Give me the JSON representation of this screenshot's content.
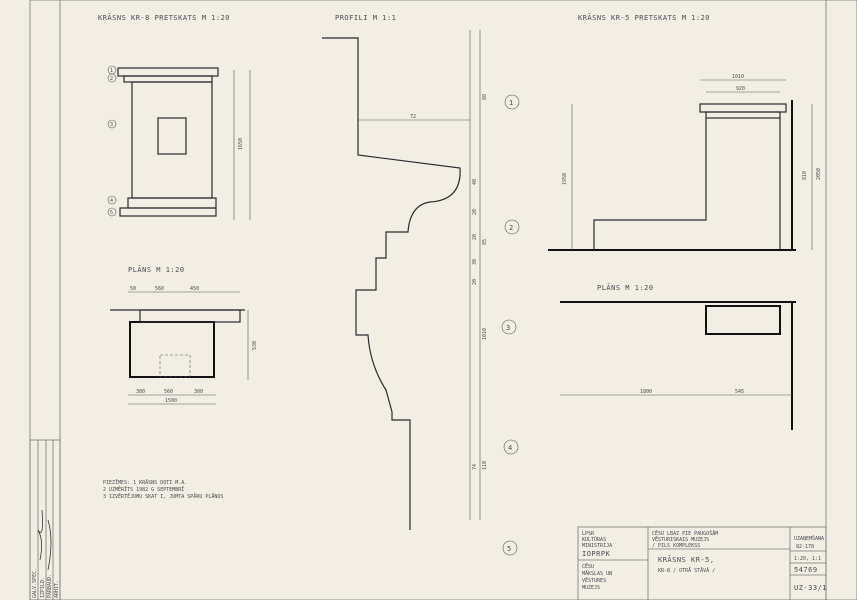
{
  "titles": {
    "kr8_view": "KRĀSNS KR-8 PRETSKATS M 1:20",
    "profile": "PROFILI M 1:1",
    "kr5_view": "KRĀSNS KR-5 PRETSKATS M 1:20",
    "plan_left": "PLĀNS M 1:20",
    "plan_right": "PLĀNS M 1:20"
  },
  "profile_markers": [
    "1",
    "2",
    "3",
    "4",
    "5"
  ],
  "kr8_markers": [
    "1",
    "2",
    "3",
    "4",
    "5"
  ],
  "dimensions": {
    "kr5_top": "1010",
    "kr5_top2": "920",
    "kr5_left": "1950",
    "kr5_right": "2050",
    "kr5_right2": "810",
    "kr8_height": "1650",
    "plan_left_total": "1500",
    "plan_left_parts": [
      "300",
      "560",
      "300"
    ],
    "plan_left_top": [
      "50",
      "560",
      "450"
    ],
    "plan_left_side": "530",
    "plan_right_a": "1800",
    "plan_right_b": "545",
    "profile_r": "72",
    "profile_dims": [
      "80",
      "40",
      "20",
      "20",
      "85",
      "30",
      "20",
      "1010",
      "110",
      "74"
    ]
  },
  "notes": [
    "PIEZĪMES: 1 KRĀSNS DOTI M.A.",
    "2 UZMĒRĪTS 1982 G SEPTEMBRĪ",
    "3 IZVĒRTĒJUMU SKAT I, JUMTA SPĀRU PLĀNOS"
  ],
  "title_block": {
    "org": [
      "LPSR",
      "KULTŪRAS",
      "MINISTRIJA"
    ],
    "org_code": "IOPRPK",
    "client": [
      "CĒSU",
      "MĀKSLAS UN",
      "VĒSTURES",
      "MUZEJS"
    ],
    "object": [
      "CĒSU LBAZ PIE PAUGOŠĀM",
      "VĒSTURISKAIS MUZEJS",
      "/ PILS KOMPLEKSS"
    ],
    "sheet_title": "KRĀSNS KR-5,",
    "sheet_subtitle": "KR-8 / OTRĀ STĀVĀ /",
    "label": "UZAŅEMŠANA",
    "year": "82-178",
    "scale": "1:20, 1:1",
    "number": "54769",
    "sheet_code": "UZ-33/1"
  },
  "side_stamp": [
    "GALV.SPEC.",
    "IZPILD.",
    "PĀRBAUD.",
    "ARHIT."
  ]
}
